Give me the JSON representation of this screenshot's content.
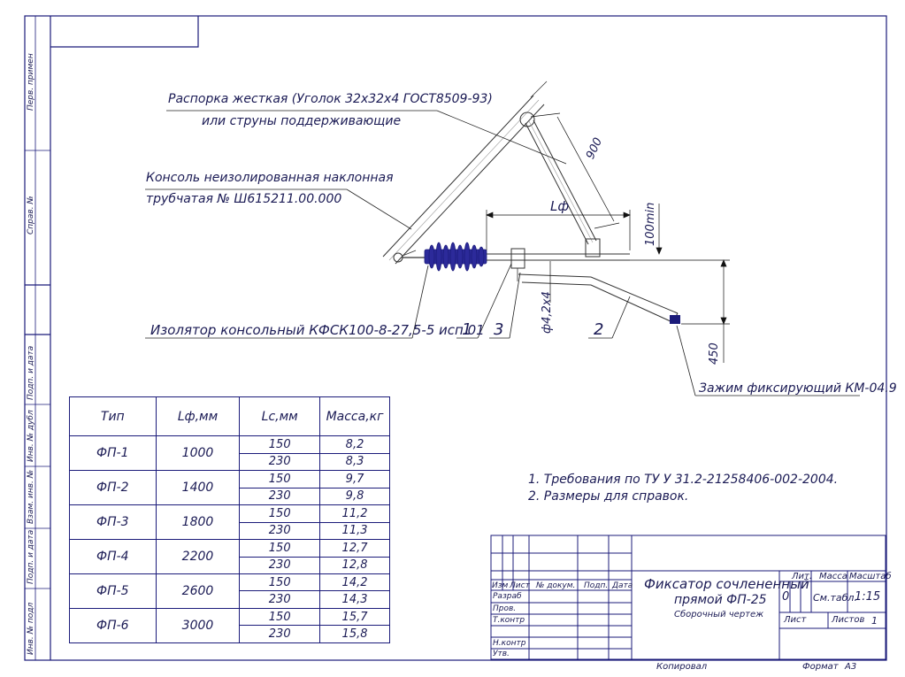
{
  "margin_labels": {
    "perv_primen": "Перв. примен",
    "sprav": "Справ. №",
    "podp_data_1": "Подп. и дата",
    "inv_dubl": "Инв. № дубл",
    "vzam_inv": "Взам. инв. №",
    "podp_data_2": "Подп. и дата",
    "inv_podl": "Инв. № подл"
  },
  "callouts": {
    "raspor_1": "Распорка жесткая (Уголок 32х32х4 ГОСТ8509-93)",
    "raspor_2": "или струны поддерживающие",
    "konsol_1": "Консоль неизолированная наклонная",
    "konsol_2": "трубчатая № Ш615211.00.000",
    "izolyator": "Изолятор консольный КФСК100-8-27,5-5 исп.01",
    "zazhim": "Зажим фиксирующий КМ-04.9"
  },
  "dimensions": {
    "d900": "900",
    "lf": "Lф",
    "d100": "100min",
    "phi": "ф4,2х4",
    "d450": "450",
    "pos1": "1",
    "pos3": "3",
    "pos2": "2"
  },
  "notes": {
    "n1": "1. Требования по ТУ У 31.2-21258406-002-2004.",
    "n2": "2. Размеры для справок."
  },
  "table": {
    "headers": [
      "Тип",
      "Lф,мм",
      "Lс,мм",
      "Масса,кг"
    ],
    "rows": [
      {
        "type": "ФП-1",
        "lf": "1000",
        "lc": [
          "150",
          "230"
        ],
        "mass": [
          "8,2",
          "8,3"
        ]
      },
      {
        "type": "ФП-2",
        "lf": "1400",
        "lc": [
          "150",
          "230"
        ],
        "mass": [
          "9,7",
          "9,8"
        ]
      },
      {
        "type": "ФП-3",
        "lf": "1800",
        "lc": [
          "150",
          "230"
        ],
        "mass": [
          "11,2",
          "11,3"
        ]
      },
      {
        "type": "ФП-4",
        "lf": "2200",
        "lc": [
          "150",
          "230"
        ],
        "mass": [
          "12,7",
          "12,8"
        ]
      },
      {
        "type": "ФП-5",
        "lf": "2600",
        "lc": [
          "150",
          "230"
        ],
        "mass": [
          "14,2",
          "14,3"
        ]
      },
      {
        "type": "ФП-6",
        "lf": "3000",
        "lc": [
          "150",
          "230"
        ],
        "mass": [
          "15,7",
          "15,8"
        ]
      }
    ]
  },
  "title_block": {
    "hdr_izm": "Изм",
    "hdr_list": "Лист",
    "hdr_ndok": "№ докум.",
    "hdr_podp": "Подп.",
    "hdr_data": "Дата",
    "razrab": "Разраб",
    "prov": "Пров.",
    "tkontr": "Т.контр",
    "nkontr": "Н.контр",
    "utv": "Утв.",
    "title_1": "Фиксатор сочлененный",
    "title_2": "прямой ФП-25",
    "subtitle": "Сборочный чертеж",
    "lit_hdr": "Лит.",
    "massa_hdr": "Масса",
    "masshtab_hdr": "Масштаб",
    "lit_val": "0",
    "massa_val": "См.табл.",
    "masshtab_val": "1:15",
    "list_lbl": "Лист",
    "listov_lbl": "Листов",
    "listov_val": "1",
    "kopiroval": "Копировал",
    "format_lbl": "Формат",
    "format_val": "А3"
  },
  "colors": {
    "line": "#1b1b7a",
    "text": "#1b1b55"
  }
}
